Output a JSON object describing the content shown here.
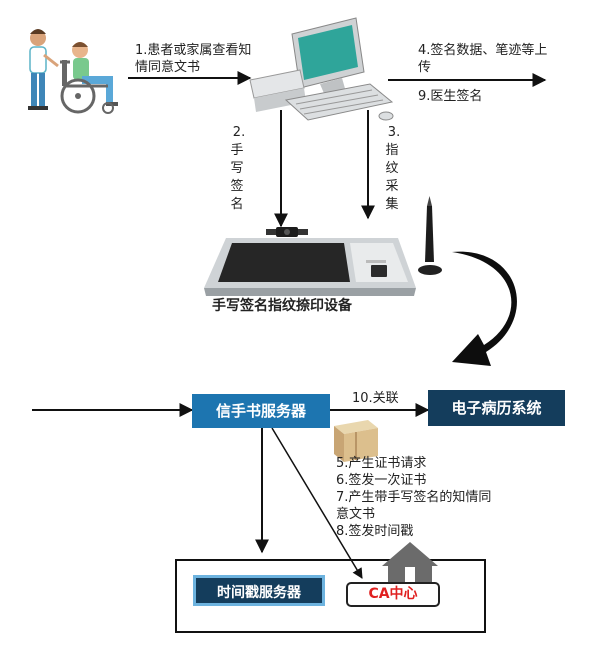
{
  "labels": {
    "step1": "1.患者或家属查看知情同意文书",
    "step4": "4.签名数据、笔迹等上传",
    "step9": "9.医生签名",
    "step2": [
      "2.",
      "手",
      "写",
      "签",
      "名"
    ],
    "step3": [
      "3.",
      "指",
      "纹",
      "采",
      "集"
    ],
    "device": "手写签名指纹捺印设备",
    "step10": "10.关联",
    "steps_5_8": [
      "5.产生证书请求",
      "6.签发一次证书",
      "7.产生带手写签名的知情同意文书",
      "8.签发时间戳"
    ]
  },
  "boxes": {
    "server": "信手书服务器",
    "emr": "电子病历系统",
    "timestamp": "时间戳服务器",
    "ca": "CA中心"
  },
  "colors": {
    "server_blue": "#1d75b0",
    "emr_navy": "#143d5c",
    "ca_red": "#e02020",
    "screen_green": "#2fa59a"
  },
  "icons": [
    "patient-wheelchair-icon",
    "computer-icon",
    "signature-pad-icon",
    "stylus-icon",
    "big-curved-arrow-icon",
    "package-box-icon",
    "house-icon"
  ]
}
